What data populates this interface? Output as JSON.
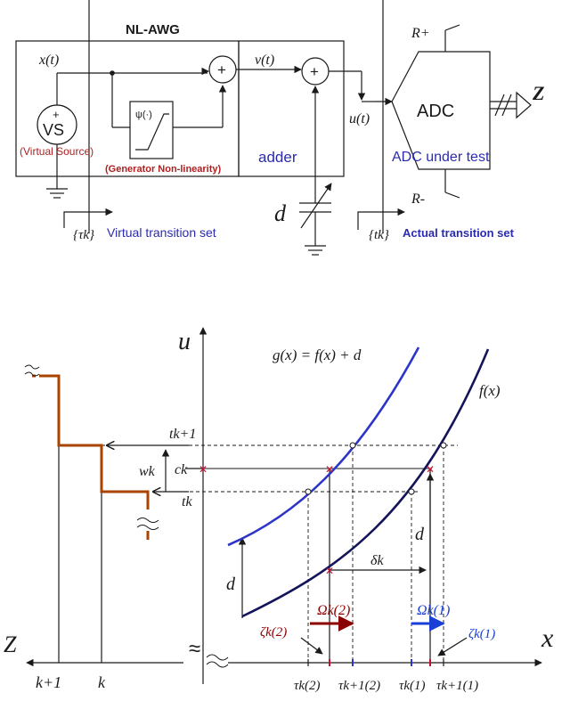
{
  "block_diagram": {
    "nl_awg_title": "NL-AWG",
    "x_t": "x(t)",
    "v_t": "v(t)",
    "u_t": "u(t)",
    "vs_label": "VS",
    "vs_caption": "(Virtual Source)",
    "psi_label": "ψ(·)",
    "nonlinearity_caption": "(Generator Non-linearity)",
    "adder_caption": "adder",
    "plus_sign": "+",
    "d_label": "d",
    "adc_label": "ADC",
    "adc_caption": "ADC under test",
    "r_plus": "R+",
    "r_minus": "R-",
    "z_output": "Z",
    "virtual_set_symbol": "{τk}",
    "virtual_set_caption": "Virtual transition set",
    "actual_set_symbol": "{tk}",
    "actual_set_caption": "Actual transition set"
  },
  "graph": {
    "u_axis": "u",
    "x_axis": "x",
    "z_axis": "Z",
    "g_curve_label": "g(x) = f(x) + d",
    "f_curve_label": "f(x)",
    "t_k1": "tk+1",
    "c_k": "ck",
    "t_k": "tk",
    "w_k": "wk",
    "d_left": "d",
    "d_right": "d",
    "delta_k": "δk",
    "omega_2": "Ωk(2)",
    "omega_1": "Ωk(1)",
    "zeta_2": "ζk(2)",
    "zeta_1": "ζk(1)",
    "tau2_k": "τk(2)",
    "tau2_k1": "τk+1(2)",
    "tau1_k": "τk(1)",
    "tau1_k1": "τk+1(1)",
    "k_plus_1": "k+1",
    "k": "k",
    "break_symbol": "≈"
  },
  "colors": {
    "ink": "#1a1a1a",
    "g_curve": "#2d35c9",
    "f_curve": "#14145a",
    "red_marker": "#c8102e",
    "omega2_arrow": "#8b0000",
    "omega1_arrow": "#1a3fd6",
    "staircase": "#a84300",
    "blue_text": "#2b2bb0",
    "red_text": "#b02020"
  }
}
